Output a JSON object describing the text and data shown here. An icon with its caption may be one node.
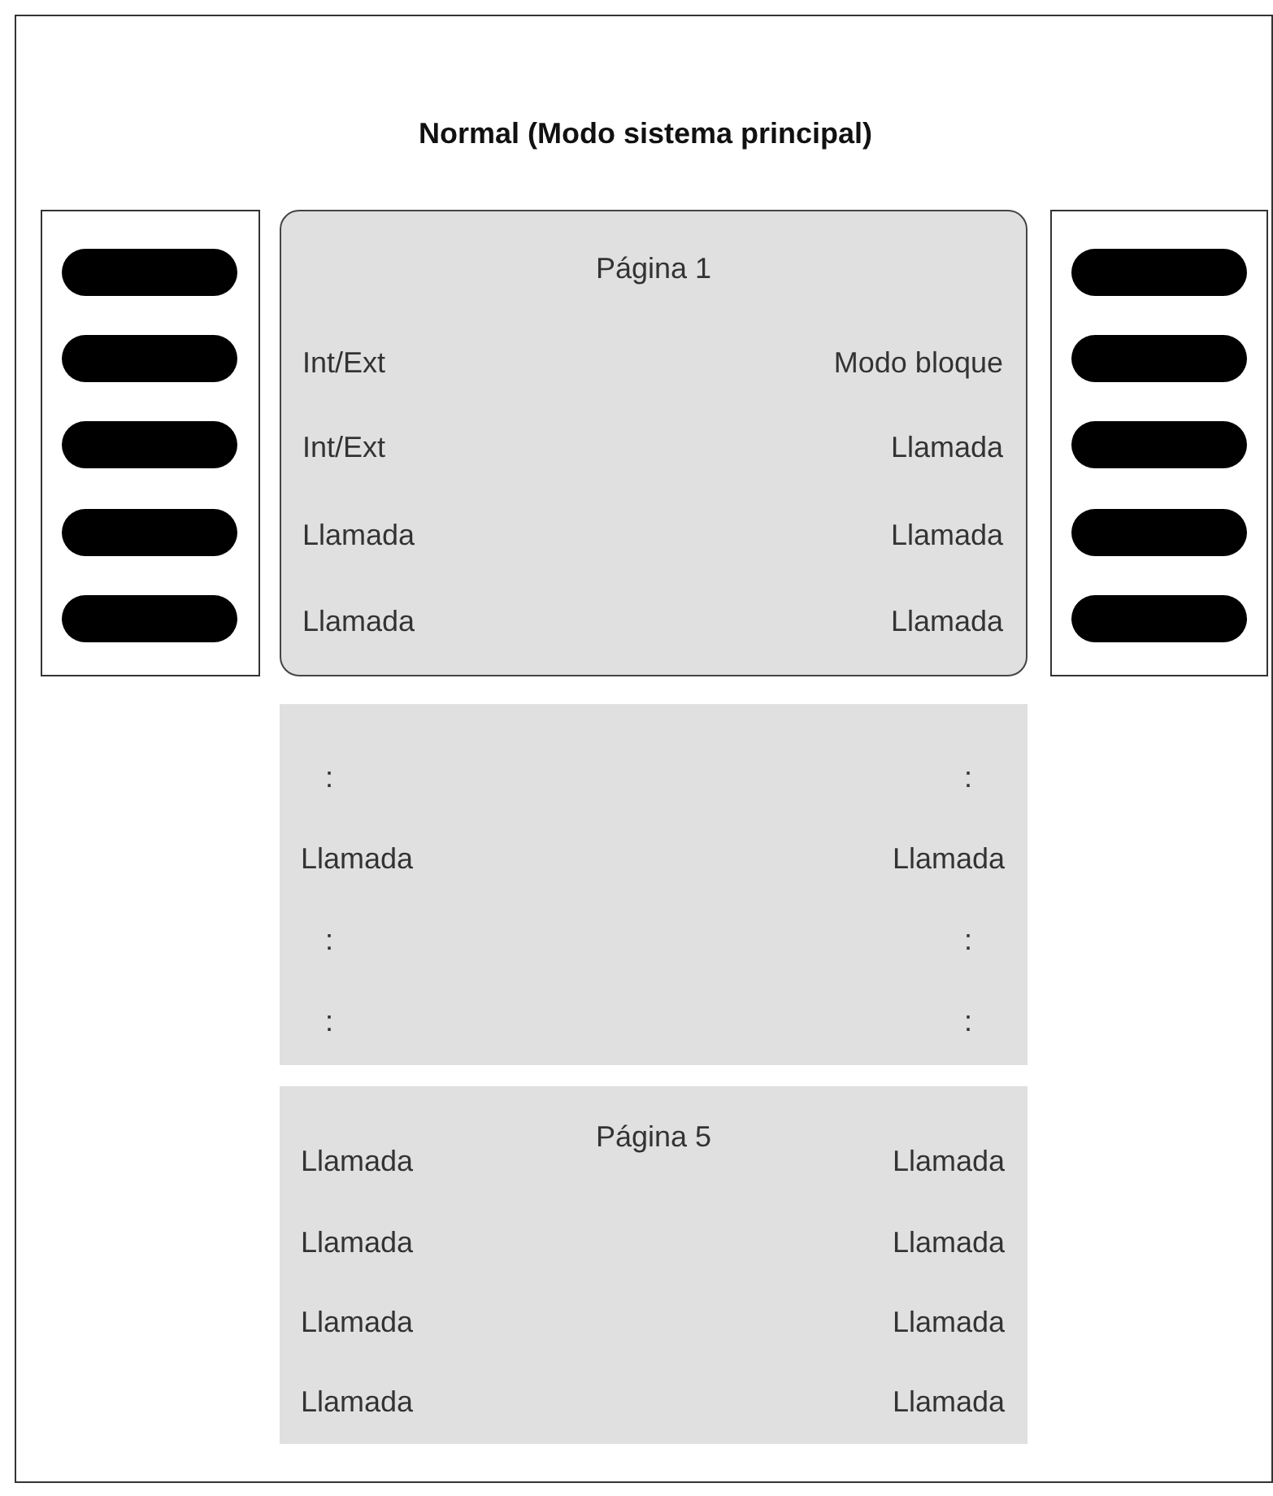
{
  "diagram": {
    "title": "Normal (Modo sistema principal)",
    "nodes": [
      {
        "text": [],
        "shape": "box"
      },
      {
        "text": [],
        "shape": "bar",
        "in": 0
      },
      {
        "text": [],
        "shape": "bar",
        "in": 0
      },
      {
        "text": [],
        "shape": "bar",
        "in": 0
      },
      {
        "text": [],
        "shape": "bar",
        "in": 0
      },
      {
        "text": [],
        "shape": "bar",
        "in": 0
      },
      {
        "text": [
          "Página 1",
          "Int/Ext",
          "Modo bloque",
          "Int/Ext",
          "Llamada",
          "Llamada",
          "Llamada",
          "Llamada",
          "Llamada"
        ]
      },
      {
        "text": [],
        "shape": "box"
      },
      {
        "text": [],
        "shape": "bar",
        "in": 7
      },
      {
        "text": [],
        "shape": "bar",
        "in": 7
      },
      {
        "text": [],
        "shape": "bar",
        "in": 7
      },
      {
        "text": [],
        "shape": "bar",
        "in": 7
      },
      {
        "text": [],
        "shape": "bar",
        "in": 7
      },
      {
        "text": [
          ":",
          ":",
          "Llamada",
          "Llamada",
          ":",
          ":",
          ":",
          ":"
        ]
      },
      {
        "text": [
          "Página 5",
          "Llamada",
          "Llamada",
          "Llamada",
          "Llamada",
          "Llamada",
          "Llamada",
          "Llamada",
          "Llamada"
        ]
      }
    ]
  }
}
